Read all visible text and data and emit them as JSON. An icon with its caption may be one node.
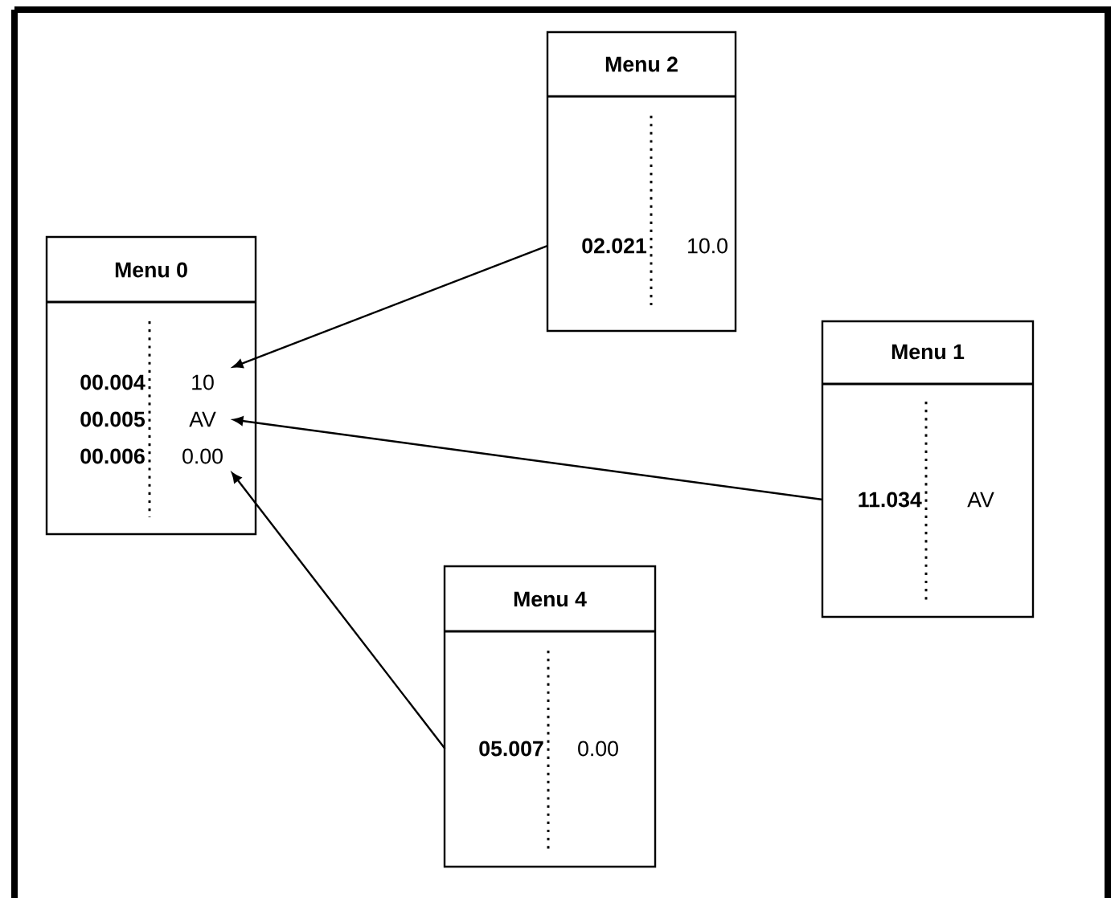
{
  "diagram": {
    "nodes": [
      {
        "text": [
          "Menu 0"
        ]
      },
      {
        "text": [
          "00.004",
          "10"
        ],
        "in": 0
      },
      {
        "text": [
          "00.005",
          "AV"
        ],
        "in": 0
      },
      {
        "text": [
          "00.006",
          "0.00"
        ],
        "in": 0
      },
      {
        "text": [
          "Menu 2"
        ]
      },
      {
        "text": [
          "02.021",
          "10.0"
        ],
        "in": 4
      },
      {
        "text": [
          "Menu 1"
        ]
      },
      {
        "text": [
          "11.034",
          "AV"
        ],
        "in": 6
      },
      {
        "text": [
          "Menu 4"
        ]
      },
      {
        "text": [
          "05.007",
          "0.00"
        ],
        "in": 8
      }
    ],
    "edges": [
      {
        "from": 5,
        "to": 1,
        "arrow": "to"
      },
      {
        "from": 7,
        "to": 2,
        "arrow": "to"
      },
      {
        "from": 9,
        "to": 3,
        "arrow": "to"
      }
    ]
  }
}
